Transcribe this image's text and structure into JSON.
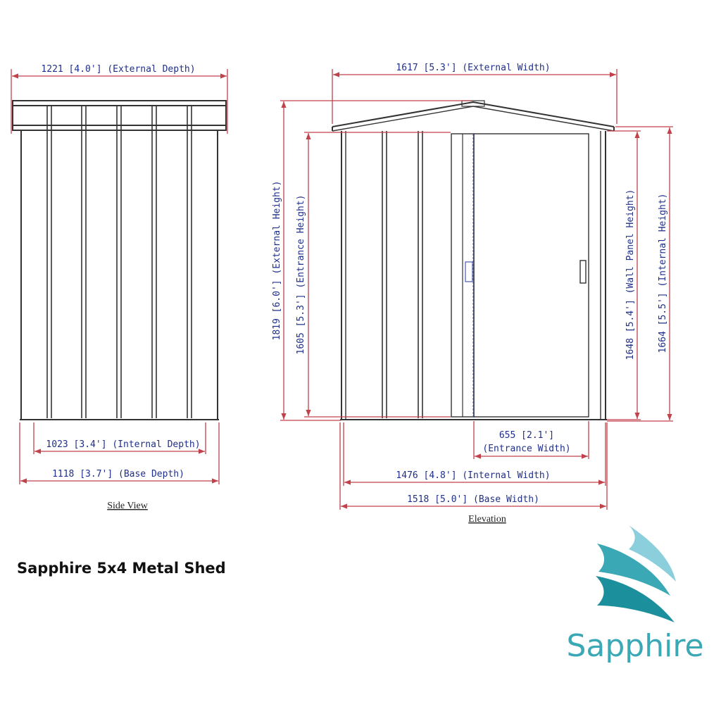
{
  "product_title": "Sapphire 5x4 Metal Shed",
  "brand": {
    "name": "Sapphire",
    "logo_icon": "sapphire-wave-logo-icon",
    "color": "#3aa9b5",
    "color_light": "#8ccfdc"
  },
  "colors": {
    "dimension_line": "#c0424a",
    "dimension_text": "#1f2f8a",
    "outline": "#333333"
  },
  "side_view": {
    "caption": "Side View",
    "external_depth": "1221 [4.0'] (External Depth)",
    "internal_depth": "1023 [3.4'] (Internal Depth)",
    "base_depth": "1118 [3.7'] (Base Depth)"
  },
  "elevation": {
    "caption": "Elevation",
    "external_width": "1617 [5.3'] (External Width)",
    "external_height": "1819 [6.0'] (External Height)",
    "entrance_height": "1605 [5.3'] (Entrance Height)",
    "wall_panel_height": "1648 [5.4'] (Wall Panel Height)",
    "internal_height": "1664 [5.5'] (Internal Height)",
    "entrance_width_value": "655 [2.1']",
    "entrance_width_label": "(Entrance Width)",
    "internal_width": "1476 [4.8'] (Internal Width)",
    "base_width": "1518 [5.0'] (Base Width)"
  }
}
